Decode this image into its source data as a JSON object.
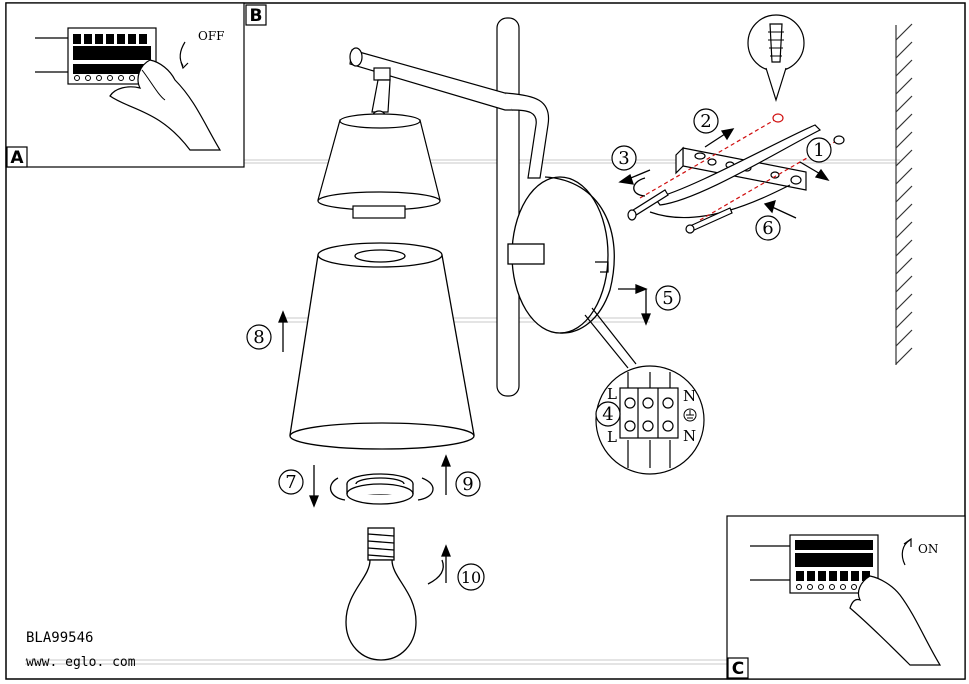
{
  "panels": {
    "a_label": "A",
    "b_label": "B",
    "c_label": "C",
    "b_switch_text": "OFF",
    "c_switch_text": "ON"
  },
  "steps": [
    "1",
    "2",
    "3",
    "4",
    "5",
    "6",
    "7",
    "8",
    "9",
    "10"
  ],
  "terminal": {
    "top_left": "L",
    "bottom_left": "L",
    "top_right": "N",
    "bottom_right": "N"
  },
  "footer": {
    "model": "BLA99546",
    "website": "www. eglo. com"
  },
  "colors": {
    "line": "#000000",
    "guide": "#c8c8c8",
    "dash": "#d01010",
    "hatch": "#333333"
  },
  "icons": [
    "hand-switch-off-icon",
    "hand-switch-on-icon",
    "screw-icon",
    "wall-plug-icon",
    "ground-symbol-icon",
    "light-bulb-icon"
  ]
}
